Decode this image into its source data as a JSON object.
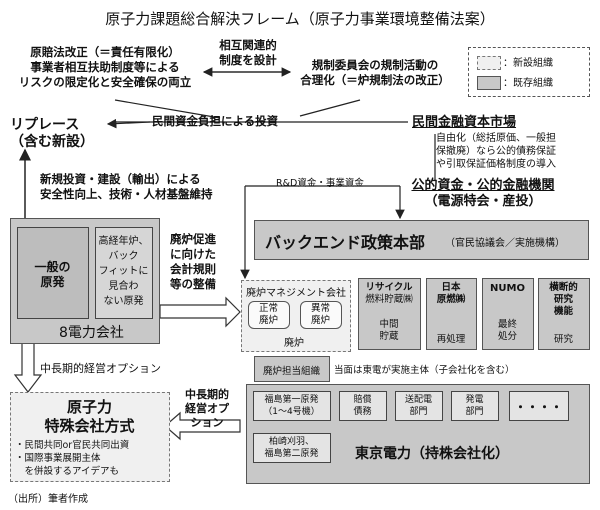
{
  "title": "原子力課題総合解決フレーム（原子力事業環境整備法案）",
  "legend": {
    "new": "：新設組織",
    "existing": "：既存組織"
  },
  "top_left": [
    "原賠法改正（＝責任有限化）",
    "事業者相互扶助制度等による",
    "リスクの限定化と安全確保の両立"
  ],
  "top_center": [
    "相互関連的",
    "制度を設計"
  ],
  "top_right": [
    "規制委員会の規制活動の",
    "合理化（＝炉規制法の改正）"
  ],
  "private_burden": "民間資金負担による投資",
  "replace": [
    "リプレース",
    "（含む新設）"
  ],
  "private_market": "民間金融資本市場",
  "liberalization": [
    "自由化（総括原価、一般担",
    "保撤廃）なら公的債務保証",
    "や引取保証価格制度の導入"
  ],
  "investment_note": [
    "新規投資・建設（輸出）による",
    "安全性向上、技術・人材基盤維持"
  ],
  "rd_funds": "R&D資金・事業資金",
  "public_funds": [
    "公的資金・公的金融機関",
    "（電源特会・産投）"
  ],
  "backend": {
    "title": "バックエンド政策本部",
    "sub": "（官民協議会／実施機構）"
  },
  "eight_utilities": {
    "label": "8電力会社",
    "general": [
      "一般の",
      "原発"
    ],
    "old": [
      "高経年炉、",
      "バック",
      "フィットに",
      "見合わ",
      "ない原発"
    ]
  },
  "decommission_rules": [
    "廃炉促進",
    "に向けた",
    "会計規則",
    "等の整備"
  ],
  "decom_company": {
    "title": "廃炉マネジメント会社",
    "normal": [
      "正常",
      "廃炉"
    ],
    "abnormal": [
      "異常",
      "廃炉"
    ],
    "caption": "廃炉"
  },
  "recycle": {
    "title": [
      "リサイクル",
      "燃料貯蔵㈱"
    ],
    "sub": [
      "中間",
      "貯蔵"
    ]
  },
  "japan_nuclear": {
    "title": [
      "日本",
      "原燃㈱"
    ],
    "sub": "再処理"
  },
  "numo": {
    "title": "NUMO",
    "sub": [
      "最終",
      "処分"
    ]
  },
  "research": {
    "title": [
      "横断的",
      "研究",
      "機能"
    ],
    "sub": "研究"
  },
  "decom_org": [
    "廃炉担当",
    "組織"
  ],
  "tepco_note": "当面は東電が実施主体（子会社化を含む）",
  "mid_long_option": "中長期的経営オプション",
  "special_company": {
    "title": [
      "原子力",
      "特殊会社方式"
    ],
    "bullets": [
      "・民間共同or官民共同出資",
      "・国際事業展開主体",
      "　を併設するアイデアも"
    ]
  },
  "mid_long_option2": [
    "中長期的",
    "経営オプ",
    "ション"
  ],
  "tepco": {
    "name": "東京電力（持株会社化）",
    "fukushima1": [
      "福島第一原発",
      "（1〜4号機）"
    ],
    "compensation": [
      "賠償",
      "債務"
    ],
    "transmission": [
      "送配電",
      "部門"
    ],
    "generation": [
      "発電",
      "部門"
    ],
    "more": "・・・・",
    "kashiwazaki": [
      "柏崎刈羽、",
      "福島第二原発"
    ]
  },
  "source": "（出所）筆者作成"
}
